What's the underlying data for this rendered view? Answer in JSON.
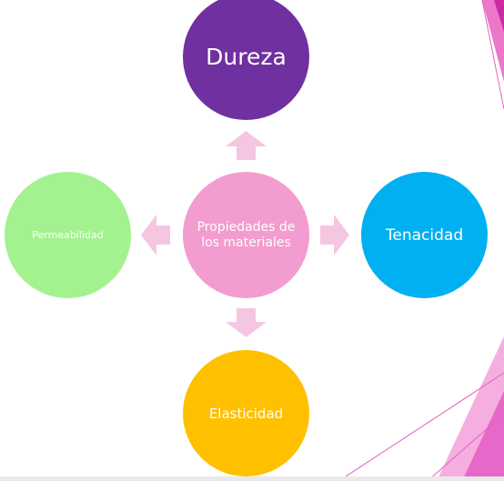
{
  "diagram": {
    "center": "Propiedades de los materiales",
    "nodes": {
      "top": "Dureza",
      "right": "Tenacidad",
      "bottom": "Elasticidad",
      "left": "Permeabilidad"
    }
  },
  "colors": {
    "top": "#7030a0",
    "center": "#f39ccf",
    "left": "#a3f28f",
    "right": "#00b0f0",
    "bottom": "#ffc000",
    "arrow": "#f5c6e1",
    "decoration": "#e75fbf"
  }
}
